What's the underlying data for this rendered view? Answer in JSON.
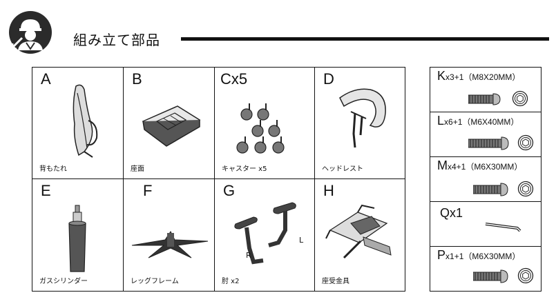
{
  "header": {
    "title": "組み立て部品",
    "icon": "worker-wrench-icon"
  },
  "parts": [
    {
      "letter": "A",
      "name": "背もたれ"
    },
    {
      "letter": "B",
      "name": "座面"
    },
    {
      "letter": "Cx5",
      "name": "キャスター x5"
    },
    {
      "letter": "D",
      "name": "ヘッドレスト"
    },
    {
      "letter": "E",
      "name": "ガスシリンダー"
    },
    {
      "letter": "F",
      "name": "レッグフレーム"
    },
    {
      "letter": "G",
      "name": "肘 x2"
    },
    {
      "letter": "H",
      "name": "座受金具"
    }
  ],
  "armrest_labels": {
    "right": "R",
    "left": "L"
  },
  "hardware": [
    {
      "letter": "K",
      "qty": "x3+1",
      "spec": "（M8X20MM）"
    },
    {
      "letter": "L",
      "qty": "x6+1",
      "spec": "（M6X40MM）"
    },
    {
      "letter": "M",
      "qty": "x4+1",
      "spec": "（M6X30MM）"
    },
    {
      "letter": "Q",
      "qty": "x1",
      "spec": ""
    },
    {
      "letter": "P",
      "qty": "x1+1",
      "spec": "（M6X30MM）"
    }
  ]
}
